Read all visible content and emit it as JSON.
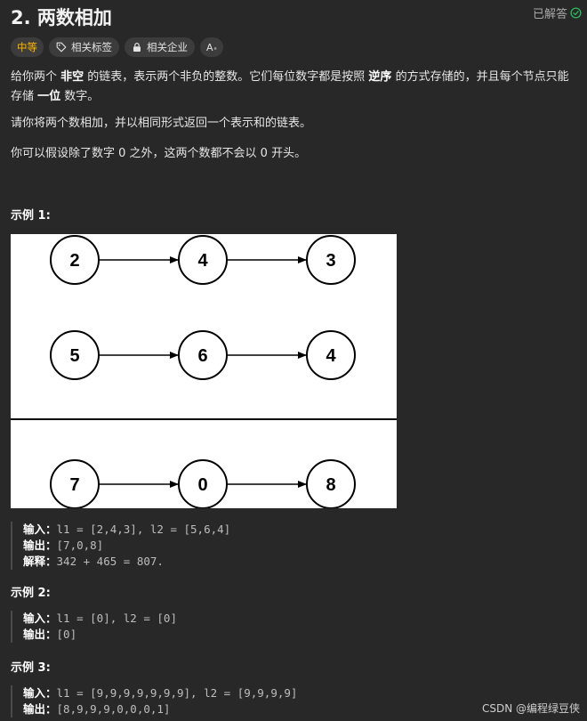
{
  "header": {
    "title": "2. 两数相加",
    "solved_label": "已解答"
  },
  "tags": {
    "difficulty": "中等",
    "related_tags": "相关标签",
    "related_companies": "相关企业",
    "font_toggle": "A"
  },
  "description": {
    "p1_a": "给你两个 ",
    "p1_b": "非空",
    "p1_c": " 的链表，表示两个非负的整数。它们每位数字都是按照 ",
    "p1_d": "逆序",
    "p1_e": " 的方式存储的，并且每个节点只能存储 ",
    "p1_f": "一位",
    "p1_g": " 数字。",
    "p2": "请你将两个数相加，并以相同形式返回一个表示和的链表。",
    "p3": "你可以假设除了数字 0 之外，这两个数都不会以 0 开头。"
  },
  "figure": {
    "row1": [
      "2",
      "4",
      "3"
    ],
    "row2": [
      "5",
      "6",
      "4"
    ],
    "row3": [
      "7",
      "0",
      "8"
    ]
  },
  "examples": [
    {
      "title": "示例 1:",
      "input_label": "输入：",
      "input_value": "l1 = [2,4,3], l2 = [5,6,4]",
      "output_label": "输出：",
      "output_value": "[7,0,8]",
      "explain_label": "解释：",
      "explain_value": "342 + 465 = 807."
    },
    {
      "title": "示例 2:",
      "input_label": "输入：",
      "input_value": "l1 = [0], l2 = [0]",
      "output_label": "输出：",
      "output_value": "[0]"
    },
    {
      "title": "示例 3:",
      "input_label": "输入：",
      "input_value": "l1 = [9,9,9,9,9,9,9], l2 = [9,9,9,9]",
      "output_label": "输出：",
      "output_value": "[8,9,9,9,0,0,0,1]"
    }
  ],
  "watermark": "CSDN @编程绿豆侠",
  "colors": {
    "background": "#282828",
    "difficulty": "#ffb800",
    "solved_check": "#2cbb5d"
  }
}
